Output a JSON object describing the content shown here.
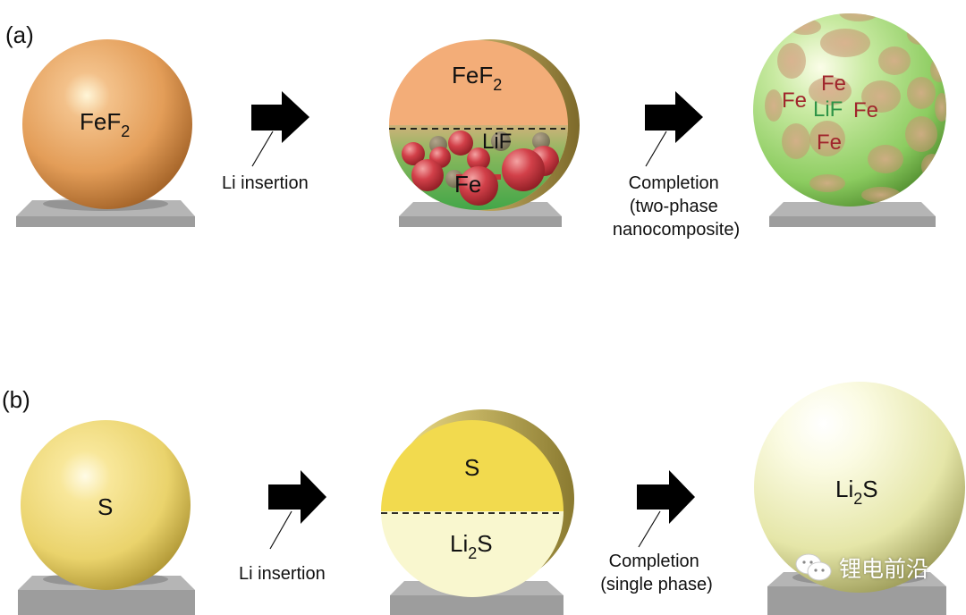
{
  "panel_a": {
    "label": "(a)",
    "stage1": {
      "material": "FeF",
      "subscript": "2"
    },
    "arrow1": {
      "caption": "Li insertion"
    },
    "stage2": {
      "top_material": "FeF",
      "top_subscript": "2",
      "interface_material": "LiF",
      "bottom_material": "Fe"
    },
    "arrow2": {
      "caption_lines": [
        "Completion",
        "(two-phase",
        "nanocomposite)"
      ]
    },
    "stage3": {
      "labels": [
        "Fe",
        "Fe",
        "LiF",
        "Fe",
        "Fe"
      ]
    }
  },
  "panel_b": {
    "label": "(b)",
    "stage1": {
      "material": "S"
    },
    "arrow1": {
      "caption": "Li insertion"
    },
    "stage2": {
      "top_material": "S",
      "bottom_material": "Li",
      "bottom_subscript": "2",
      "bottom_suffix": "S"
    },
    "arrow2": {
      "caption_lines": [
        "Completion",
        "(single phase)"
      ]
    },
    "stage3": {
      "material": "Li",
      "subscript": "2",
      "suffix": "S"
    }
  },
  "watermark": {
    "text": "锂电前沿",
    "icon": "wechat-icon"
  },
  "colors": {
    "fef2": "#e8a25e",
    "fef2_cut": "#f3ad78",
    "lif_green": "#4caf50",
    "fe_red": "#c8333a",
    "sulfur": "#f0d86a",
    "li2s": "#f6f5cf",
    "platform": "#a8a8a8"
  }
}
